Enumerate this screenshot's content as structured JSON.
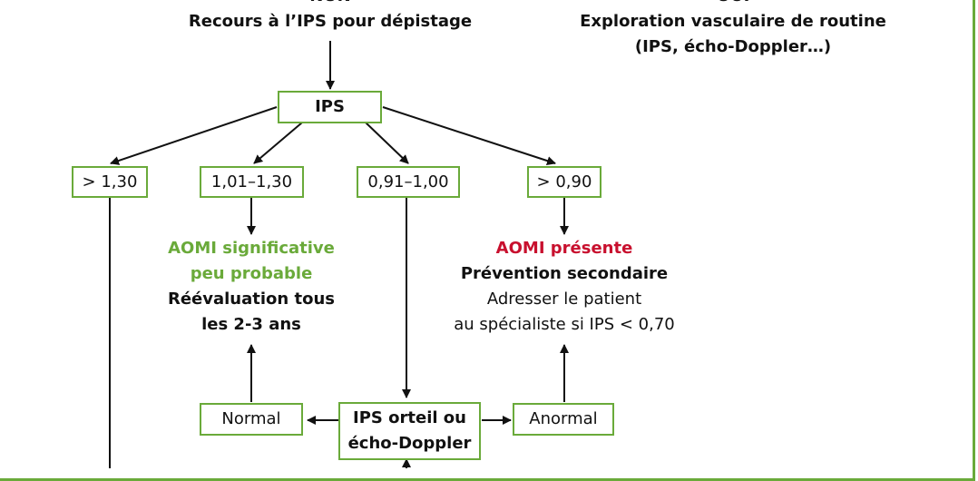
{
  "top": {
    "left_heading": "NON",
    "left_sub": "Recours à l’IPS pour dépistage",
    "right_heading": "OUI",
    "right_sub1": "Exploration vasculaire de routine",
    "right_sub2": "(IPS, écho-Doppler…)"
  },
  "ips_box": "IPS",
  "ranges": {
    "r1": "> 1,30",
    "r2": "1,01–1,30",
    "r3": "0,91–1,00",
    "r4": "> 0,90"
  },
  "left_outcome": {
    "line1": "AOMI significative",
    "line2": "peu probable",
    "line3": "Réévaluation tous",
    "line4": "les 2-3 ans"
  },
  "right_outcome": {
    "line1": "AOMI présente",
    "line2": "Prévention secondaire",
    "line3": "Adresser le patient",
    "line4": "au spécialiste si IPS < 0,70"
  },
  "bottom": {
    "normal": "Normal",
    "test_line1": "IPS orteil ou",
    "test_line2": "écho-Doppler",
    "abnormal": "Anormal"
  },
  "colors": {
    "box_border": "#6aaa3a",
    "green_text": "#6aaa3a",
    "red_text": "#c8102e"
  }
}
